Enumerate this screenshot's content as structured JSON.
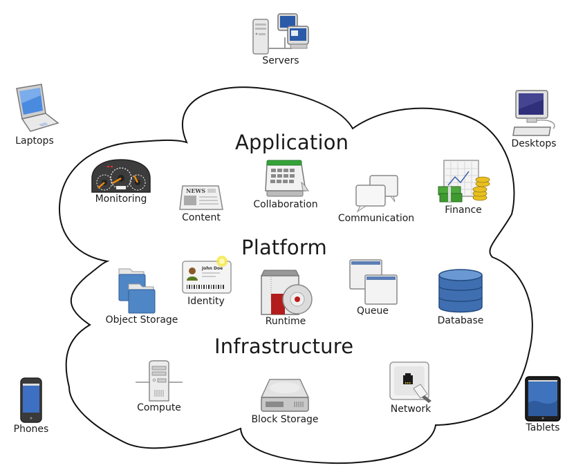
{
  "diagram": {
    "layers": {
      "application": "Application",
      "platform": "Platform",
      "infrastructure": "Infrastructure"
    },
    "clients": {
      "servers": "Servers",
      "laptops": "Laptops",
      "desktops": "Desktops",
      "phones": "Phones",
      "tablets": "Tablets"
    },
    "application_services": {
      "monitoring": "Monitoring",
      "content": "Content",
      "collaboration": "Collaboration",
      "communication": "Communication",
      "finance": "Finance"
    },
    "platform_services": {
      "object_storage": "Object Storage",
      "identity": "Identity",
      "runtime": "Runtime",
      "queue": "Queue",
      "database": "Database"
    },
    "infrastructure_services": {
      "compute": "Compute",
      "block_storage": "Block Storage",
      "network": "Network"
    },
    "icon_text": {
      "news": "NEWS",
      "id_name": "John Doe"
    }
  }
}
